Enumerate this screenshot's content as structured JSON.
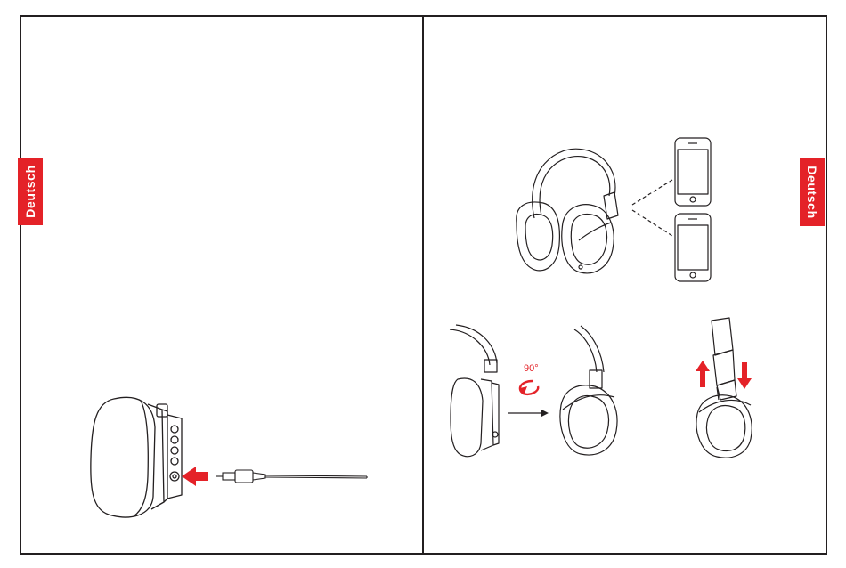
{
  "left_page": {
    "language_tab": "Deutsch"
  },
  "right_page": {
    "language_tab": "Deutsch",
    "rotation_label": "90°"
  },
  "colors": {
    "accent": "#e42228",
    "line": "#231f20",
    "background": "#ffffff"
  },
  "illustrations": [
    "headphone-aux-cable-connection",
    "headphone-bluetooth-pairing-two-phones",
    "earcup-rotate-fold",
    "headband-size-adjust"
  ]
}
